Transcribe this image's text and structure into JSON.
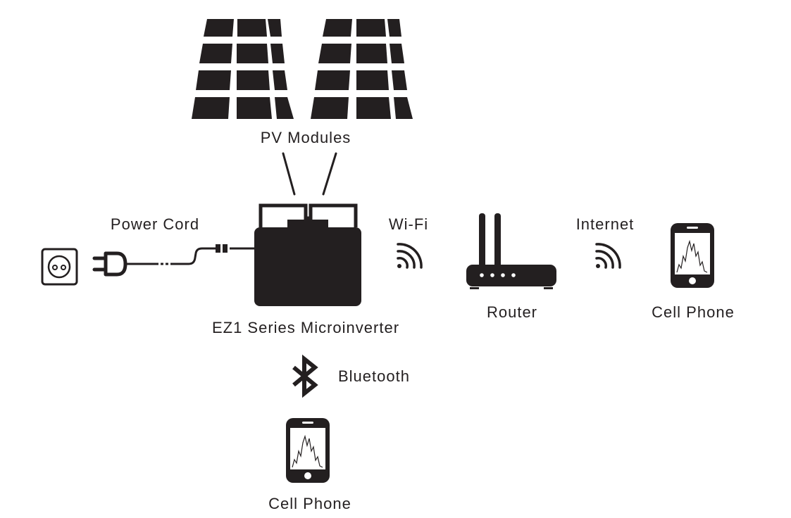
{
  "labels": {
    "pv_modules": "PV Modules",
    "power_cord": "Power Cord",
    "wifi": "Wi-Fi",
    "internet": "Internet",
    "router": "Router",
    "cell_phone_right": "Cell Phone",
    "microinverter": "EZ1 Series Microinverter",
    "bluetooth": "Bluetooth",
    "cell_phone_bottom": "Cell Phone"
  },
  "icons": [
    "solar-panel-icon",
    "microinverter-icon",
    "wall-socket-icon",
    "power-plug-icon",
    "wifi-signal-icon",
    "router-icon",
    "cell-phone-icon",
    "bluetooth-icon"
  ],
  "colors": {
    "ink": "#231f20",
    "background": "#ffffff"
  }
}
